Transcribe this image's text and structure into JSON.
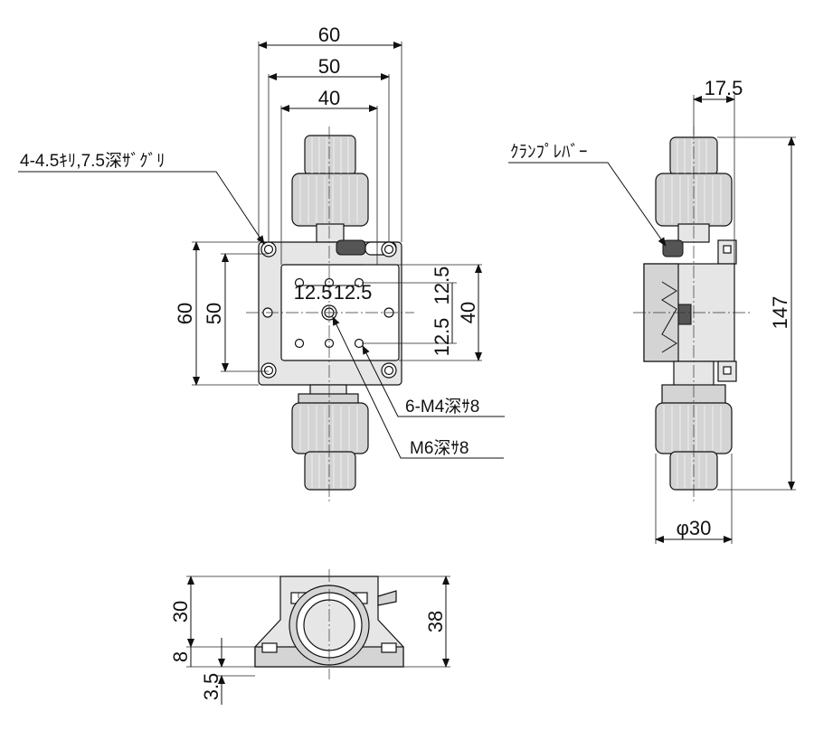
{
  "top_view": {
    "width_60": "60",
    "width_50": "50",
    "width_40": "40",
    "height_60": "60",
    "height_50": "50",
    "pitch_h_left": "12.5",
    "pitch_h_right": "12.5",
    "pitch_v_top": "12.5",
    "pitch_v_bottom": "12.5",
    "height_40": "40",
    "callout_mount_holes": "4-4.5ｷﾘ,7.5深ｻﾞｸﾞﾘ",
    "callout_m4": "6-M4深ｻ8",
    "callout_m6": "M6深ｻ8"
  },
  "side_view": {
    "width_17_5": "17.5",
    "total_147": "147",
    "diameter_30": "φ30",
    "callout_clamp": "ｸﾗﾝﾌﾟﾚﾊﾞｰ"
  },
  "front_view": {
    "height_30": "30",
    "height_8": "8",
    "height_3_5": "3.5",
    "height_38": "38"
  }
}
